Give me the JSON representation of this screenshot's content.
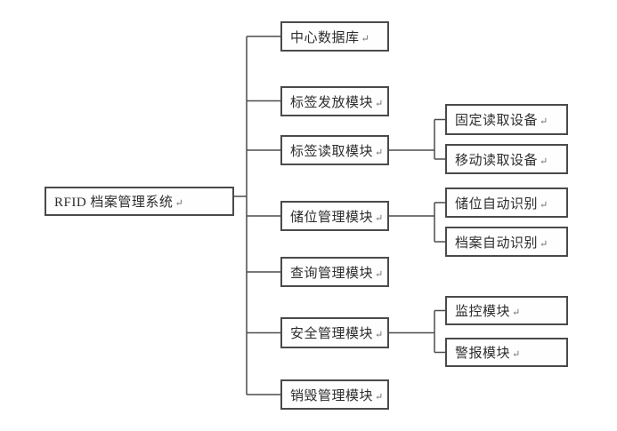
{
  "diagram": {
    "type": "tree",
    "return_mark": "↵",
    "colors": {
      "background": "#ffffff",
      "box_border": "#4a4a4a",
      "line": "#4c4c4c",
      "text": "#2d2d2d"
    },
    "root": {
      "label": "RFID 档案管理系统"
    },
    "level1": [
      {
        "label": "中心数据库",
        "children": []
      },
      {
        "label": "标签发放模块",
        "children": []
      },
      {
        "label": "标签读取模块",
        "children": [
          {
            "label": "固定读取设备"
          },
          {
            "label": "移动读取设备"
          }
        ]
      },
      {
        "label": "储位管理模块",
        "children": [
          {
            "label": "储位自动识别"
          },
          {
            "label": "档案自动识别"
          }
        ]
      },
      {
        "label": "查询管理模块",
        "children": []
      },
      {
        "label": "安全管理模块",
        "children": [
          {
            "label": "监控模块"
          },
          {
            "label": "警报模块"
          }
        ]
      },
      {
        "label": "销毁管理模块",
        "children": []
      }
    ]
  }
}
